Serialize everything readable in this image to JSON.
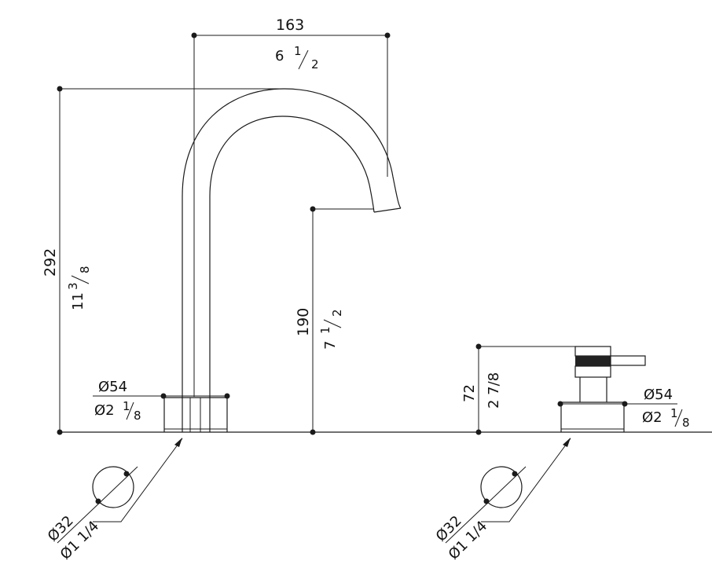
{
  "dimensions": {
    "width_mm": "163",
    "width_in_whole": "6",
    "width_in_num": "1",
    "width_in_den": "2",
    "height_mm": "292",
    "height_in_whole": "11",
    "height_in_num": "3",
    "height_in_den": "8",
    "spout_mm": "190",
    "spout_in_whole": "7",
    "spout_in_num": "1",
    "spout_in_den": "2",
    "handle_mm": "72",
    "handle_in": "2 7/8",
    "base_left_mm": "Ø54",
    "base_left_in_whole": "Ø2",
    "base_left_in_num": "1",
    "base_left_in_den": "8",
    "base_right_mm": "Ø54",
    "base_right_in_whole": "Ø2",
    "base_right_in_num": "1",
    "base_right_in_den": "8",
    "hole_left_mm": "Ø32",
    "hole_left_in": "Ø1 1/4",
    "hole_right_mm": "Ø32",
    "hole_right_in": "Ø1 1/4"
  }
}
